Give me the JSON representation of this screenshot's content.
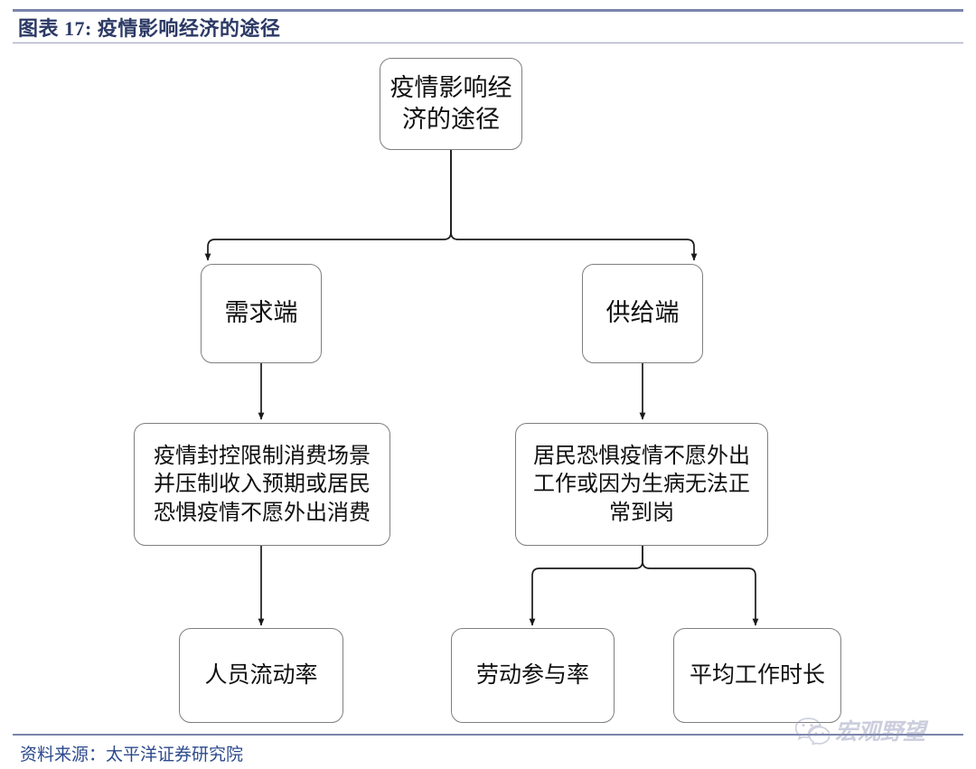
{
  "header": {
    "title": "图表 17:  疫情影响经济的途径"
  },
  "footer": {
    "source": "资料来源：太平洋证券研究院"
  },
  "watermark": {
    "icon": "wechat-icon",
    "text": "宏观野望"
  },
  "colors": {
    "rule": "#7b84ab",
    "title_text": "#2c3a66",
    "source_text": "#2c4a8c",
    "node_border": "#7f7f7f",
    "node_fill": "#ffffff",
    "connector": "#1a1a1a"
  },
  "chart_data": {
    "type": "diagram",
    "diagram_kind": "flowchart",
    "title": "疫情影响经济的途径",
    "orientation": "top-down",
    "nodes": [
      {
        "id": "root",
        "label": "疫情影响经\n济的途径",
        "level": 0
      },
      {
        "id": "demand",
        "label": "需求端",
        "level": 1
      },
      {
        "id": "supply",
        "label": "供给端",
        "level": 1
      },
      {
        "id": "demand_desc",
        "label": "疫情封控限制消费场景\n并压制收入预期或居民\n恐惧疫情不愿外出消费",
        "level": 2
      },
      {
        "id": "supply_desc",
        "label": "居民恐惧疫情不愿外出\n工作或因为生病无法正\n常到岗",
        "level": 2
      },
      {
        "id": "mobility",
        "label": "人员流动率",
        "level": 3
      },
      {
        "id": "labor_part",
        "label": "劳动参与率",
        "level": 3
      },
      {
        "id": "work_hours",
        "label": "平均工作时长",
        "level": 3
      }
    ],
    "edges": [
      {
        "from": "root",
        "to": "demand",
        "style": "elbow"
      },
      {
        "from": "root",
        "to": "supply",
        "style": "elbow"
      },
      {
        "from": "demand",
        "to": "demand_desc",
        "style": "straight"
      },
      {
        "from": "supply",
        "to": "supply_desc",
        "style": "straight"
      },
      {
        "from": "demand_desc",
        "to": "mobility",
        "style": "straight"
      },
      {
        "from": "supply_desc",
        "to": "labor_part",
        "style": "elbow"
      },
      {
        "from": "supply_desc",
        "to": "work_hours",
        "style": "elbow"
      }
    ]
  }
}
